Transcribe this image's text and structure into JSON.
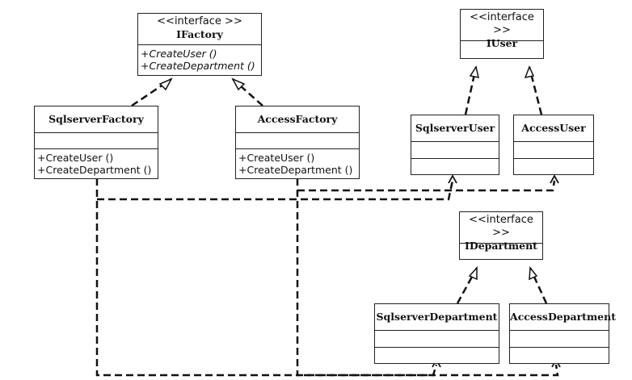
{
  "interfaces": {
    "ifactory": {
      "stereotype": "<<interface >>",
      "name": "IFactory",
      "operations": [
        "+CreateUser ()",
        "+CreateDepartment ()"
      ]
    },
    "iuser": {
      "stereotype": "<<interface >>",
      "name": "IUser"
    },
    "idepartment": {
      "stereotype": "<<interface >>",
      "name": "IDepartment"
    }
  },
  "classes": {
    "sqlserver_factory": {
      "name": "SqlserverFactory",
      "operations": [
        "+CreateUser ()",
        "+CreateDepartment ()"
      ]
    },
    "access_factory": {
      "name": "AccessFactory",
      "operations": [
        "+CreateUser ()",
        "+CreateDepartment ()"
      ]
    },
    "sqlserver_user": {
      "name": "SqlserverUser"
    },
    "access_user": {
      "name": "AccessUser"
    },
    "sqlserver_department": {
      "name": "SqlserverDepartment"
    },
    "access_department": {
      "name": "AccessDepartment"
    }
  }
}
